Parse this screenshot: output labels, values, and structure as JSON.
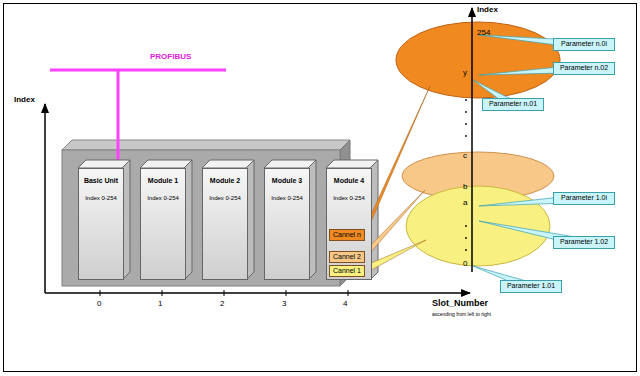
{
  "diagram": {
    "nodes": [
      {
        "text": [
          "Basic Unit",
          "Index 0-254"
        ]
      },
      {
        "text": [
          "Module 1",
          "Index 0-254"
        ]
      },
      {
        "text": [
          "Module 2",
          "Index 0-254"
        ]
      },
      {
        "text": [
          "Module 3",
          "Index 0-254"
        ]
      },
      {
        "text": [
          "Module 4",
          "Index 0-254"
        ]
      },
      {
        "text": [
          "Cannel n"
        ],
        "in": 4
      },
      {
        "text": [
          "Cannel 2"
        ],
        "in": 4
      },
      {
        "text": [
          "Cannel 1"
        ],
        "in": 4
      },
      {
        "text": [
          "Parameter n.0i"
        ]
      },
      {
        "text": [
          "Parameter n.02"
        ]
      },
      {
        "text": [
          "Parameter n.01"
        ]
      },
      {
        "text": [
          "Parameter 1.0i"
        ]
      },
      {
        "text": [
          "Parameter 1.02"
        ]
      },
      {
        "text": [
          "Parameter 1.01"
        ]
      }
    ],
    "labels": [
      "PROFIBUS",
      "Index",
      "0",
      "1",
      "2",
      "3",
      "4",
      "Slot_Number",
      "ascending from left to right",
      "Index",
      "254",
      "y",
      "c",
      "b",
      "a",
      "0"
    ]
  }
}
